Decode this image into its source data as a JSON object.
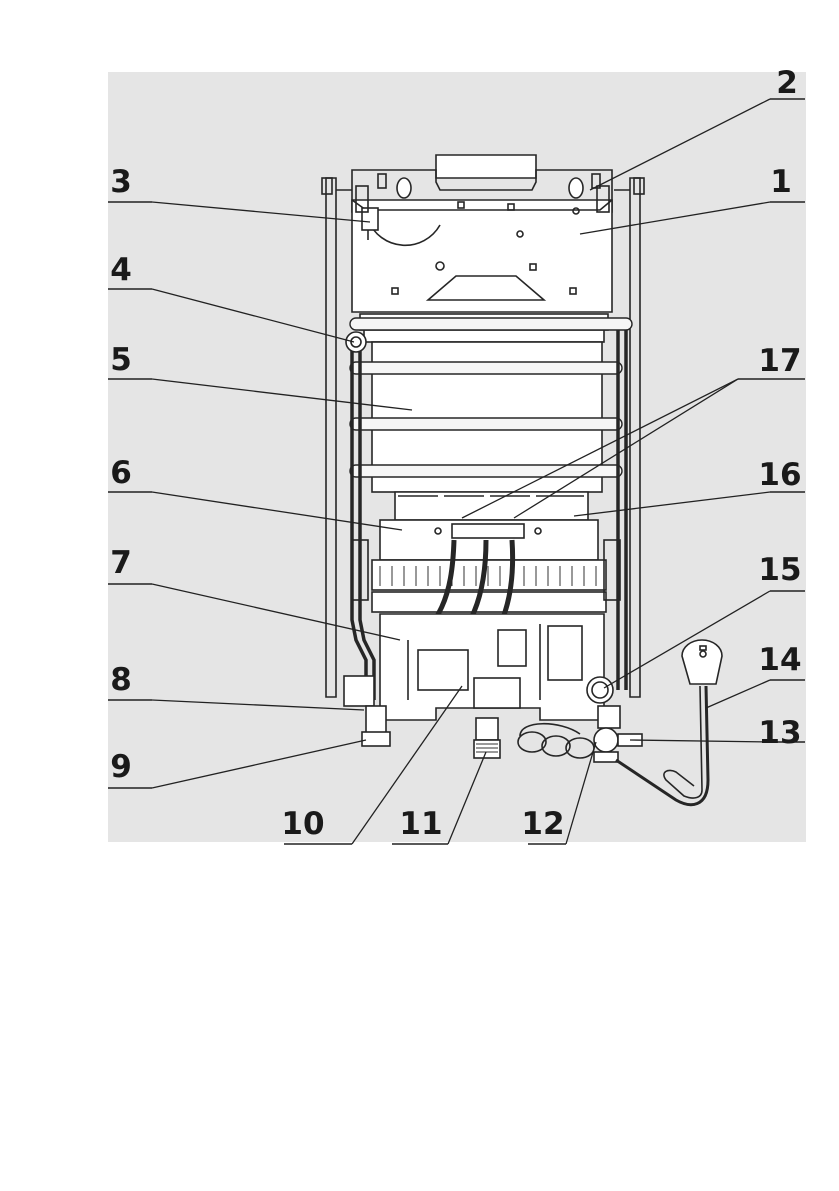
{
  "diagram": {
    "background_color": "#e5e5e5",
    "line_color": "#262626",
    "callouts": [
      {
        "id": "c1",
        "label": "1"
      },
      {
        "id": "c2",
        "label": "2"
      },
      {
        "id": "c3",
        "label": "3"
      },
      {
        "id": "c4",
        "label": "4"
      },
      {
        "id": "c5",
        "label": "5"
      },
      {
        "id": "c6",
        "label": "6"
      },
      {
        "id": "c7",
        "label": "7"
      },
      {
        "id": "c8",
        "label": "8"
      },
      {
        "id": "c9",
        "label": "9"
      },
      {
        "id": "c10",
        "label": "10"
      },
      {
        "id": "c11",
        "label": "11"
      },
      {
        "id": "c12",
        "label": "12"
      },
      {
        "id": "c13",
        "label": "13"
      },
      {
        "id": "c14",
        "label": "14"
      },
      {
        "id": "c15",
        "label": "15"
      },
      {
        "id": "c16",
        "label": "16"
      },
      {
        "id": "c17",
        "label": "17"
      }
    ]
  }
}
